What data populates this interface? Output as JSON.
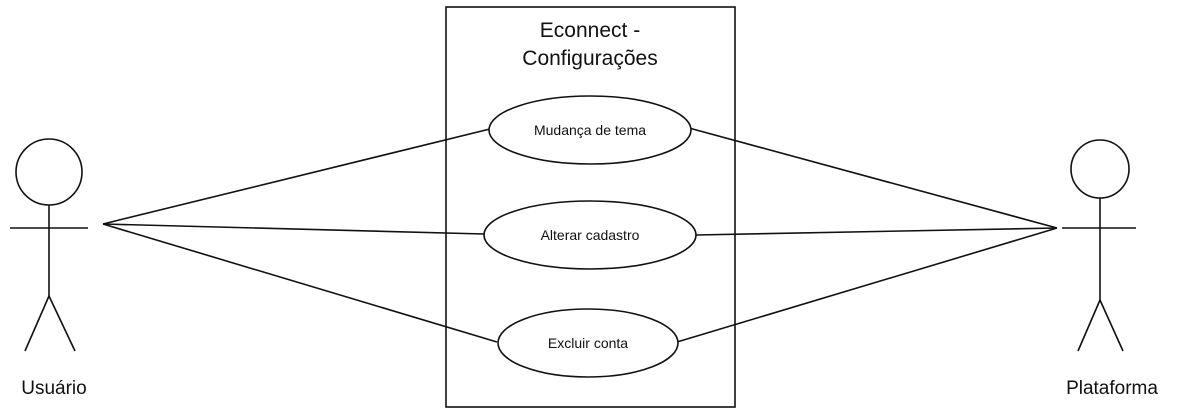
{
  "system": {
    "title_line1": "Econnect -",
    "title_line2": "Configurações"
  },
  "use_cases": [
    {
      "id": "mudanca-tema",
      "label": "Mudança de tema"
    },
    {
      "id": "alterar-cadastro",
      "label": "Alterar cadastro"
    },
    {
      "id": "excluir-conta",
      "label": "Excluir conta"
    }
  ],
  "actors": [
    {
      "id": "usuario",
      "label": "Usuário"
    },
    {
      "id": "plataforma",
      "label": "Plataforma"
    }
  ],
  "associations": [
    {
      "actor": "usuario",
      "use_case": "mudanca-tema"
    },
    {
      "actor": "usuario",
      "use_case": "alterar-cadastro"
    },
    {
      "actor": "usuario",
      "use_case": "excluir-conta"
    },
    {
      "actor": "plataforma",
      "use_case": "mudanca-tema"
    },
    {
      "actor": "plataforma",
      "use_case": "alterar-cadastro"
    },
    {
      "actor": "plataforma",
      "use_case": "excluir-conta"
    }
  ]
}
